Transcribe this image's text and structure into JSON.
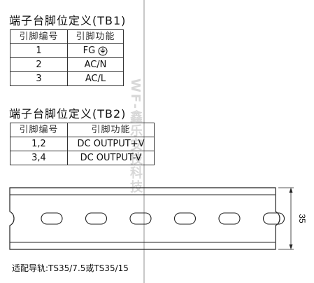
{
  "tb1": {
    "title": "端子台脚位定义(TB1)",
    "headers": [
      "引脚编号",
      "引脚功能"
    ],
    "rows": [
      {
        "pin": "1",
        "func": "FG"
      },
      {
        "pin": "2",
        "func": "AC/N"
      },
      {
        "pin": "3",
        "func": "AC/L"
      }
    ],
    "ground_icon": "earth-ground-icon"
  },
  "tb2": {
    "title": "端子台脚位定义(TB2)",
    "headers": [
      "引脚编号",
      "引脚功能"
    ],
    "rows": [
      {
        "pin": "1,2",
        "func": "DC OUTPUT+V"
      },
      {
        "pin": "3,4",
        "func": "DC OUTPUT-V"
      }
    ]
  },
  "watermark": "WF-鑫乐安技科技",
  "rail": {
    "dimension": "35",
    "slot_count": 6
  },
  "note": "适配导轨:TS35/7.5或TS35/15"
}
